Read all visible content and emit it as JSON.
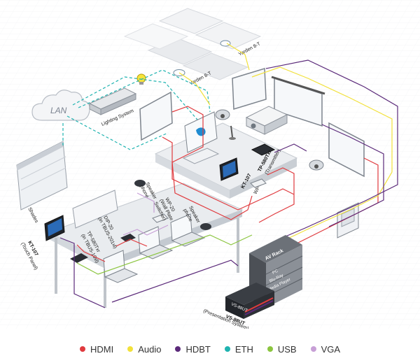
{
  "colors": {
    "hdmi": "#e03a3e",
    "audio": "#f2e13a",
    "hdbt": "#5b2a7a",
    "eth": "#1fb3b0",
    "usb": "#8bc53f",
    "vga": "#c79fd6"
  },
  "labels": {
    "yarden_1": "Yarden 8-T",
    "yarden_2": "Yarden 8-T",
    "lan": "LAN",
    "lighting": "Lighting System",
    "shades": "Shades",
    "tp580txr_title": "TP-580Txr",
    "tp580txr_sub": "(Transmitter)",
    "kt107_top": "KT-107",
    "wp20_top": "WP-20",
    "speaker_1": "Speaker",
    "speaker_1b": "phone",
    "wp20_title": "WP-20",
    "wp20_sub1": "(Wall Plate",
    "wp20_sub2": "Switcher)",
    "speaker_2": "Speaker",
    "speaker_2b": "phone",
    "dip20_title": "DIP-20",
    "dip20_sub": "(in TBUS-201xl)",
    "kt107_title": "KT-107",
    "kt107_sub": "(Touch Panel)",
    "tp580tr_title": "TP-580Txr",
    "tp580tr_sub": "(in TBUS-10xl)",
    "av_rack": "AV Rack",
    "rack_pc": "PC",
    "rack_bluray": "Blu-Ray",
    "rack_media": "Media Player",
    "vs_title": "VS-88UT",
    "vs_sub": "(Presentation System)",
    "vs_front": "VS-88UT"
  },
  "legend": [
    {
      "label": "HDMI",
      "color": "#e03a3e"
    },
    {
      "label": "Audio",
      "color": "#f2e13a"
    },
    {
      "label": "HDBT",
      "color": "#5b2a7a"
    },
    {
      "label": "ETH",
      "color": "#1fb3b0"
    },
    {
      "label": "USB",
      "color": "#8bc53f"
    },
    {
      "label": "VGA",
      "color": "#c79fd6"
    }
  ]
}
